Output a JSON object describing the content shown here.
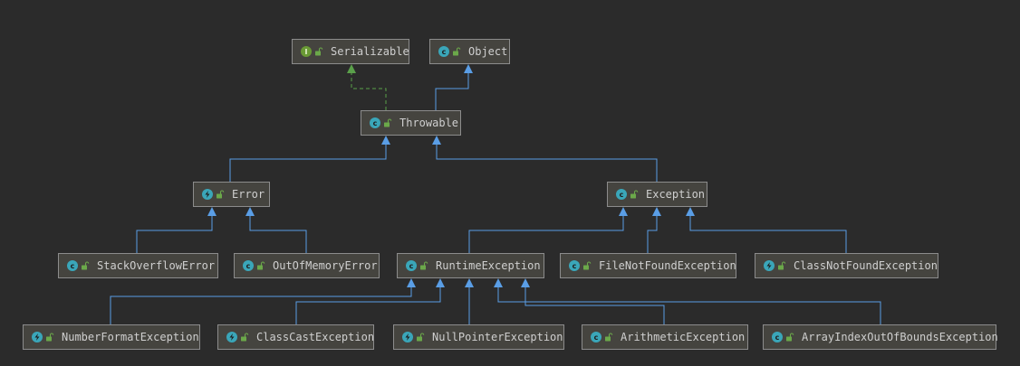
{
  "colors": {
    "background": "#2b2b2b",
    "node_fill": "#45443f",
    "node_border": "#8c8c8c",
    "node_text": "#cfcfcf",
    "extends_edge": "#5a9ee6",
    "implements_edge": "#5aa04a",
    "class_icon": "#3aa6b9",
    "interface_icon": "#6a9a35",
    "lock_icon": "#6ba84a"
  },
  "nodes": [
    {
      "id": "serializable",
      "label": "Serializable",
      "kind": "interface",
      "icon": "interface-icon"
    },
    {
      "id": "object",
      "label": "Object",
      "kind": "class",
      "icon": "class-icon"
    },
    {
      "id": "throwable",
      "label": "Throwable",
      "kind": "class",
      "icon": "class-icon"
    },
    {
      "id": "error",
      "label": "Error",
      "kind": "exception",
      "icon": "exception-class-icon"
    },
    {
      "id": "exception",
      "label": "Exception",
      "kind": "class",
      "icon": "class-icon"
    },
    {
      "id": "stackoverflowerror",
      "label": "StackOverflowError",
      "kind": "class",
      "icon": "class-icon"
    },
    {
      "id": "outofmemoryerror",
      "label": "OutOfMemoryError",
      "kind": "class",
      "icon": "class-icon"
    },
    {
      "id": "runtimeexception",
      "label": "RuntimeException",
      "kind": "class",
      "icon": "class-icon"
    },
    {
      "id": "filenotfoundexception",
      "label": "FileNotFoundException",
      "kind": "class",
      "icon": "class-icon"
    },
    {
      "id": "classnotfoundexception",
      "label": "ClassNotFoundException",
      "kind": "exception",
      "icon": "exception-class-icon"
    },
    {
      "id": "numberformatexception",
      "label": "NumberFormatException",
      "kind": "exception",
      "icon": "exception-class-icon"
    },
    {
      "id": "classcastexception",
      "label": "ClassCastException",
      "kind": "exception",
      "icon": "exception-class-icon"
    },
    {
      "id": "nullpointerexception",
      "label": "NullPointerException",
      "kind": "exception",
      "icon": "exception-class-icon"
    },
    {
      "id": "arithmeticexception",
      "label": "ArithmeticException",
      "kind": "class",
      "icon": "class-icon"
    },
    {
      "id": "arrayindexoutofboundsexception",
      "label": "ArrayIndexOutOfBoundsException",
      "kind": "class",
      "icon": "class-icon"
    }
  ],
  "edges": [
    {
      "from": "throwable",
      "to": "serializable",
      "relation": "implements"
    },
    {
      "from": "throwable",
      "to": "object",
      "relation": "extends"
    },
    {
      "from": "error",
      "to": "throwable",
      "relation": "extends"
    },
    {
      "from": "exception",
      "to": "throwable",
      "relation": "extends"
    },
    {
      "from": "stackoverflowerror",
      "to": "error",
      "relation": "extends"
    },
    {
      "from": "outofmemoryerror",
      "to": "error",
      "relation": "extends"
    },
    {
      "from": "runtimeexception",
      "to": "exception",
      "relation": "extends"
    },
    {
      "from": "filenotfoundexception",
      "to": "exception",
      "relation": "extends"
    },
    {
      "from": "classnotfoundexception",
      "to": "exception",
      "relation": "extends"
    },
    {
      "from": "numberformatexception",
      "to": "runtimeexception",
      "relation": "extends"
    },
    {
      "from": "classcastexception",
      "to": "runtimeexception",
      "relation": "extends"
    },
    {
      "from": "nullpointerexception",
      "to": "runtimeexception",
      "relation": "extends"
    },
    {
      "from": "arithmeticexception",
      "to": "runtimeexception",
      "relation": "extends"
    },
    {
      "from": "arrayindexoutofboundsexception",
      "to": "runtimeexception",
      "relation": "extends"
    }
  ]
}
